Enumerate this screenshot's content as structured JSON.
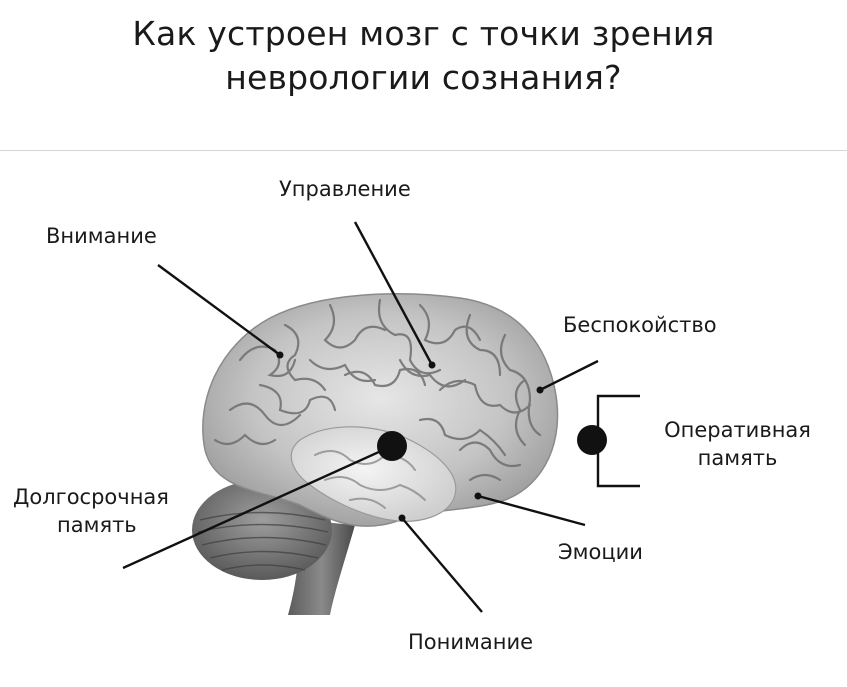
{
  "title": {
    "line1": "Как устроен мозг с точки зрения",
    "line2": "неврологии сознания?"
  },
  "labels": {
    "control": "Управление",
    "attention": "Внимание",
    "anxiety": "Беспокойство",
    "working_memory_line1": "Оперативная",
    "working_memory_line2": "память",
    "long_term_memory_line1": "Долгосрочная",
    "long_term_memory_line2": "память",
    "emotions": "Эмоции",
    "understanding": "Понимание"
  },
  "colors": {
    "text": "#1a1a1a",
    "lines": "#111111",
    "brain_base": "#b5b5b5",
    "divider": "#d6d6d6"
  }
}
